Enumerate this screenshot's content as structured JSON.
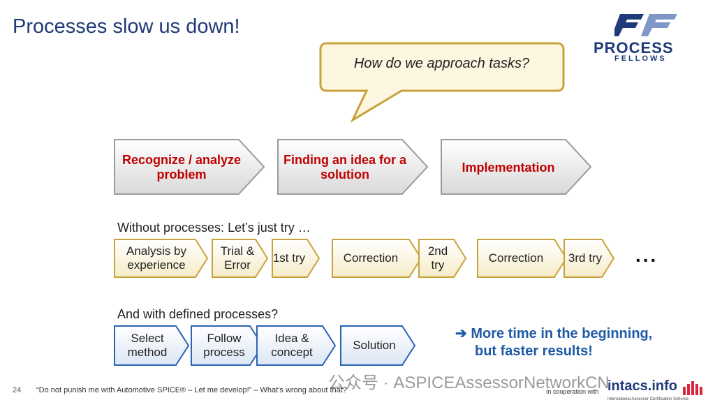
{
  "title": "Processes slow us down!",
  "logo": {
    "main": "PROCESS",
    "sub": "FELLOWS"
  },
  "bubble": {
    "text": "How do we approach tasks?"
  },
  "phases": [
    {
      "label": "Recognize / analyze problem"
    },
    {
      "label": "Finding an idea for a solution"
    },
    {
      "label": "Implementation"
    }
  ],
  "without": {
    "label": "Without processes: Let’s just try …",
    "steps": [
      "Analysis by experience",
      "Trial & Error",
      "1st try",
      "Correction",
      "2nd try",
      "Correction",
      "3rd try"
    ],
    "more": "..."
  },
  "with": {
    "label": "And with defined processes?",
    "steps": [
      "Select method",
      "Follow process",
      "Idea & concept",
      "Solution"
    ]
  },
  "conclusion": {
    "line1": "➔ More time in the beginning,",
    "line2": "but faster results!"
  },
  "footer": {
    "page_number": "24",
    "text": "“Do not punish me with Automotive SPICE® – Let me develop!” – What's wrong about that?",
    "cooperation": "In cooperation with",
    "brand": "intacs.info",
    "brand_sub": "International Assessor Certification Scheme"
  },
  "watermark": "公众号 · ASPICEAssessorNetworkCN",
  "colors": {
    "title": "#1f3a78",
    "phase_text": "#c00000",
    "gold_border": "#c8a23a",
    "blue_border": "#2a62b5",
    "conclusion": "#1f5aa6"
  }
}
